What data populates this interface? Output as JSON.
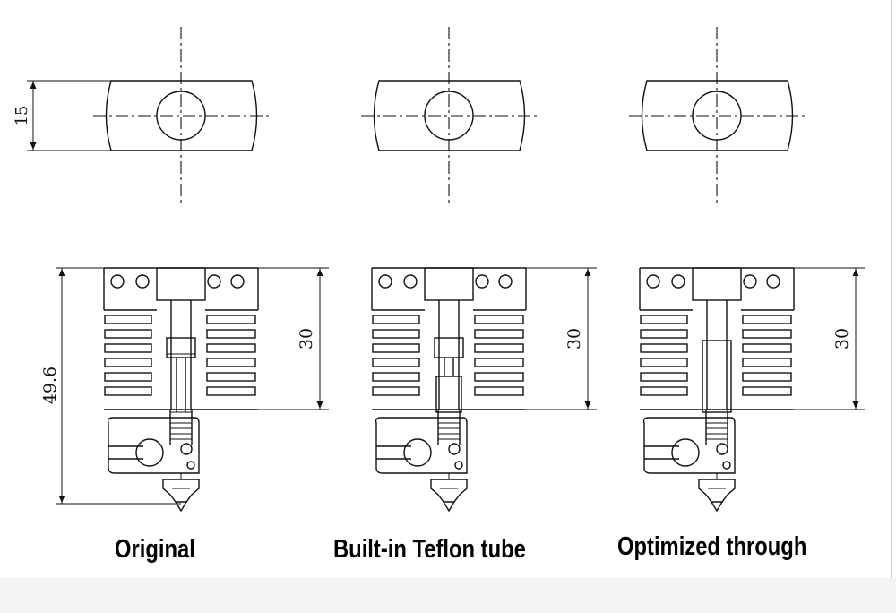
{
  "captions": [
    "Original",
    "Built-in Teflon tube",
    "Optimized through"
  ],
  "dimensions": {
    "block_height": "15",
    "total_height": "49.6",
    "heatsink_height": "30"
  },
  "variants": [
    {
      "key": "original",
      "throat_style": "original"
    },
    {
      "key": "teflon",
      "throat_style": "teflon"
    },
    {
      "key": "through",
      "throat_style": "through"
    }
  ]
}
